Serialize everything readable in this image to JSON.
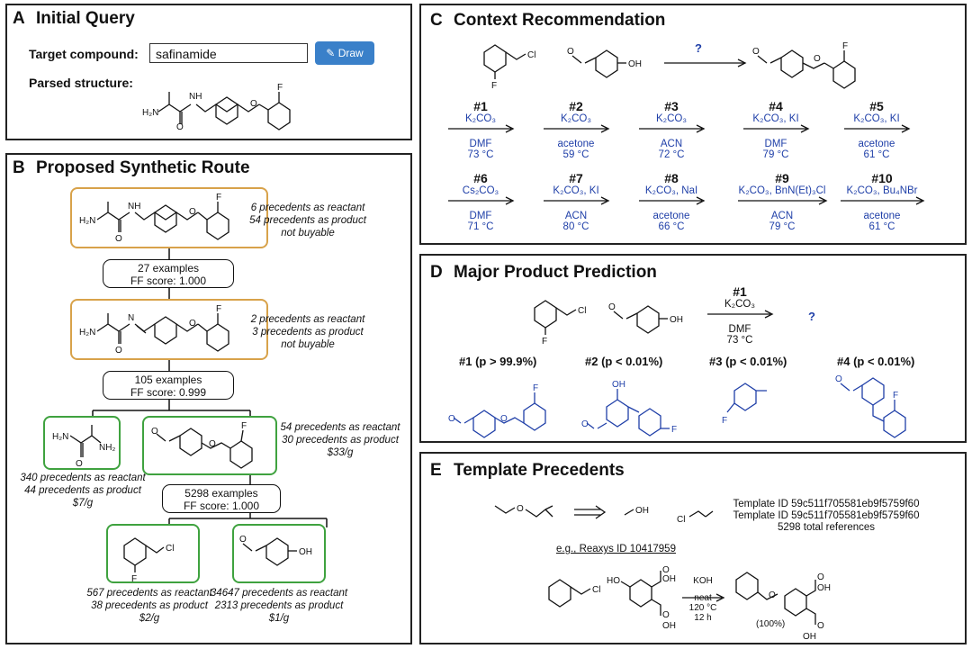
{
  "panel_a": {
    "letter": "A",
    "title": "Initial Query",
    "target_label": "Target compound:",
    "target_value": "safinamide",
    "draw_button": "Draw",
    "parsed_label": "Parsed structure:"
  },
  "panel_b": {
    "letter": "B",
    "title": "Proposed Synthetic Route",
    "node1": [
      "6 precedents as reactant",
      "54 precedents as product",
      "not buyable"
    ],
    "step1": [
      "27 examples",
      "FF score: 1.000"
    ],
    "node2": [
      "2 precedents as reactant",
      "3 precedents as product",
      "not buyable"
    ],
    "step2": [
      "105 examples",
      "FF score: 0.999"
    ],
    "left_leaf": [
      "340 precedents as reactant",
      "44 precedents as product",
      "$7/g"
    ],
    "mid_leaf": [
      "54 precedents as reactant",
      "30 precedents as product",
      "$33/g"
    ],
    "step3": [
      "5298 examples",
      "FF score: 1.000"
    ],
    "leaf_cl": [
      "567 precedents as reactant",
      "38 precedents as product",
      "$2/g"
    ],
    "leaf_oh": [
      "34647 precedents as reactant",
      "2313 precedents as product",
      "$1/g"
    ]
  },
  "panel_c": {
    "letter": "C",
    "title": "Context Recommendation",
    "question": "?",
    "conditions": [
      {
        "num": "#1",
        "reagent": "K₂CO₃",
        "solvent": "DMF",
        "temp": "73 °C"
      },
      {
        "num": "#2",
        "reagent": "K₂CO₃",
        "solvent": "acetone",
        "temp": "59 °C"
      },
      {
        "num": "#3",
        "reagent": "K₂CO₃",
        "solvent": "ACN",
        "temp": "72 °C"
      },
      {
        "num": "#4",
        "reagent": "K₂CO₃, KI",
        "solvent": "DMF",
        "temp": "79 °C"
      },
      {
        "num": "#5",
        "reagent": "K₂CO₃, KI",
        "solvent": "acetone",
        "temp": "61 °C"
      },
      {
        "num": "#6",
        "reagent": "Cs₂CO₃",
        "solvent": "DMF",
        "temp": "71 °C"
      },
      {
        "num": "#7",
        "reagent": "K₂CO₃, KI",
        "solvent": "ACN",
        "temp": "80 °C"
      },
      {
        "num": "#8",
        "reagent": "K₂CO₃, NaI",
        "solvent": "acetone",
        "temp": "66 °C"
      },
      {
        "num": "#9",
        "reagent": "K₂CO₃, BnN(Et)₃Cl",
        "solvent": "ACN",
        "temp": "79 °C"
      },
      {
        "num": "#10",
        "reagent": "K₂CO₃, Bu₄NBr",
        "solvent": "acetone",
        "temp": "61 °C"
      }
    ]
  },
  "panel_d": {
    "letter": "D",
    "title": "Major Product Prediction",
    "cond": {
      "num": "#1",
      "reagent": "K₂CO₃",
      "solvent": "DMF",
      "temp": "73 °C"
    },
    "question": "?",
    "predictions": [
      "#1 (p > 99.9%)",
      "#2 (p < 0.01%)",
      "#3 (p < 0.01%)",
      "#4 (p < 0.01%)"
    ]
  },
  "panel_e": {
    "letter": "E",
    "title": "Template Precedents",
    "template_lines": [
      "Template ID 59c511f705581eb9f5759f60",
      "Template ID 59c511f705581eb9f5759f60",
      "5298 total references"
    ],
    "reaxys": "e.g., Reaxys ID 10417959",
    "conditions": [
      "KOH",
      "neat",
      "120 °C",
      "12 h"
    ],
    "yield": "(100%)"
  }
}
